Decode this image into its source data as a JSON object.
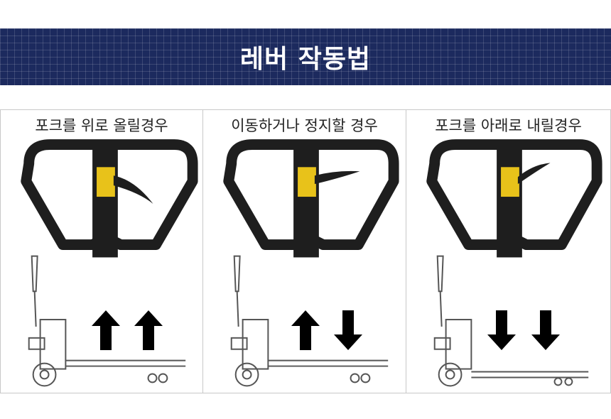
{
  "header": {
    "title": "레버 작동법"
  },
  "panels": [
    {
      "caption": "포크를 위로 올릴경우",
      "arrows": [
        "up-arrow",
        "up-arrow"
      ]
    },
    {
      "caption": "이동하거나 정지할 경우",
      "arrows": [
        "up-arrow",
        "down-arrow"
      ]
    },
    {
      "caption": "포크를 아래로 내릴경우",
      "arrows": [
        "down-arrow",
        "down-arrow"
      ]
    }
  ],
  "colors": {
    "banner": "#1c2a5e",
    "handle": "#1e1e1e",
    "label": "#e8c21a"
  }
}
